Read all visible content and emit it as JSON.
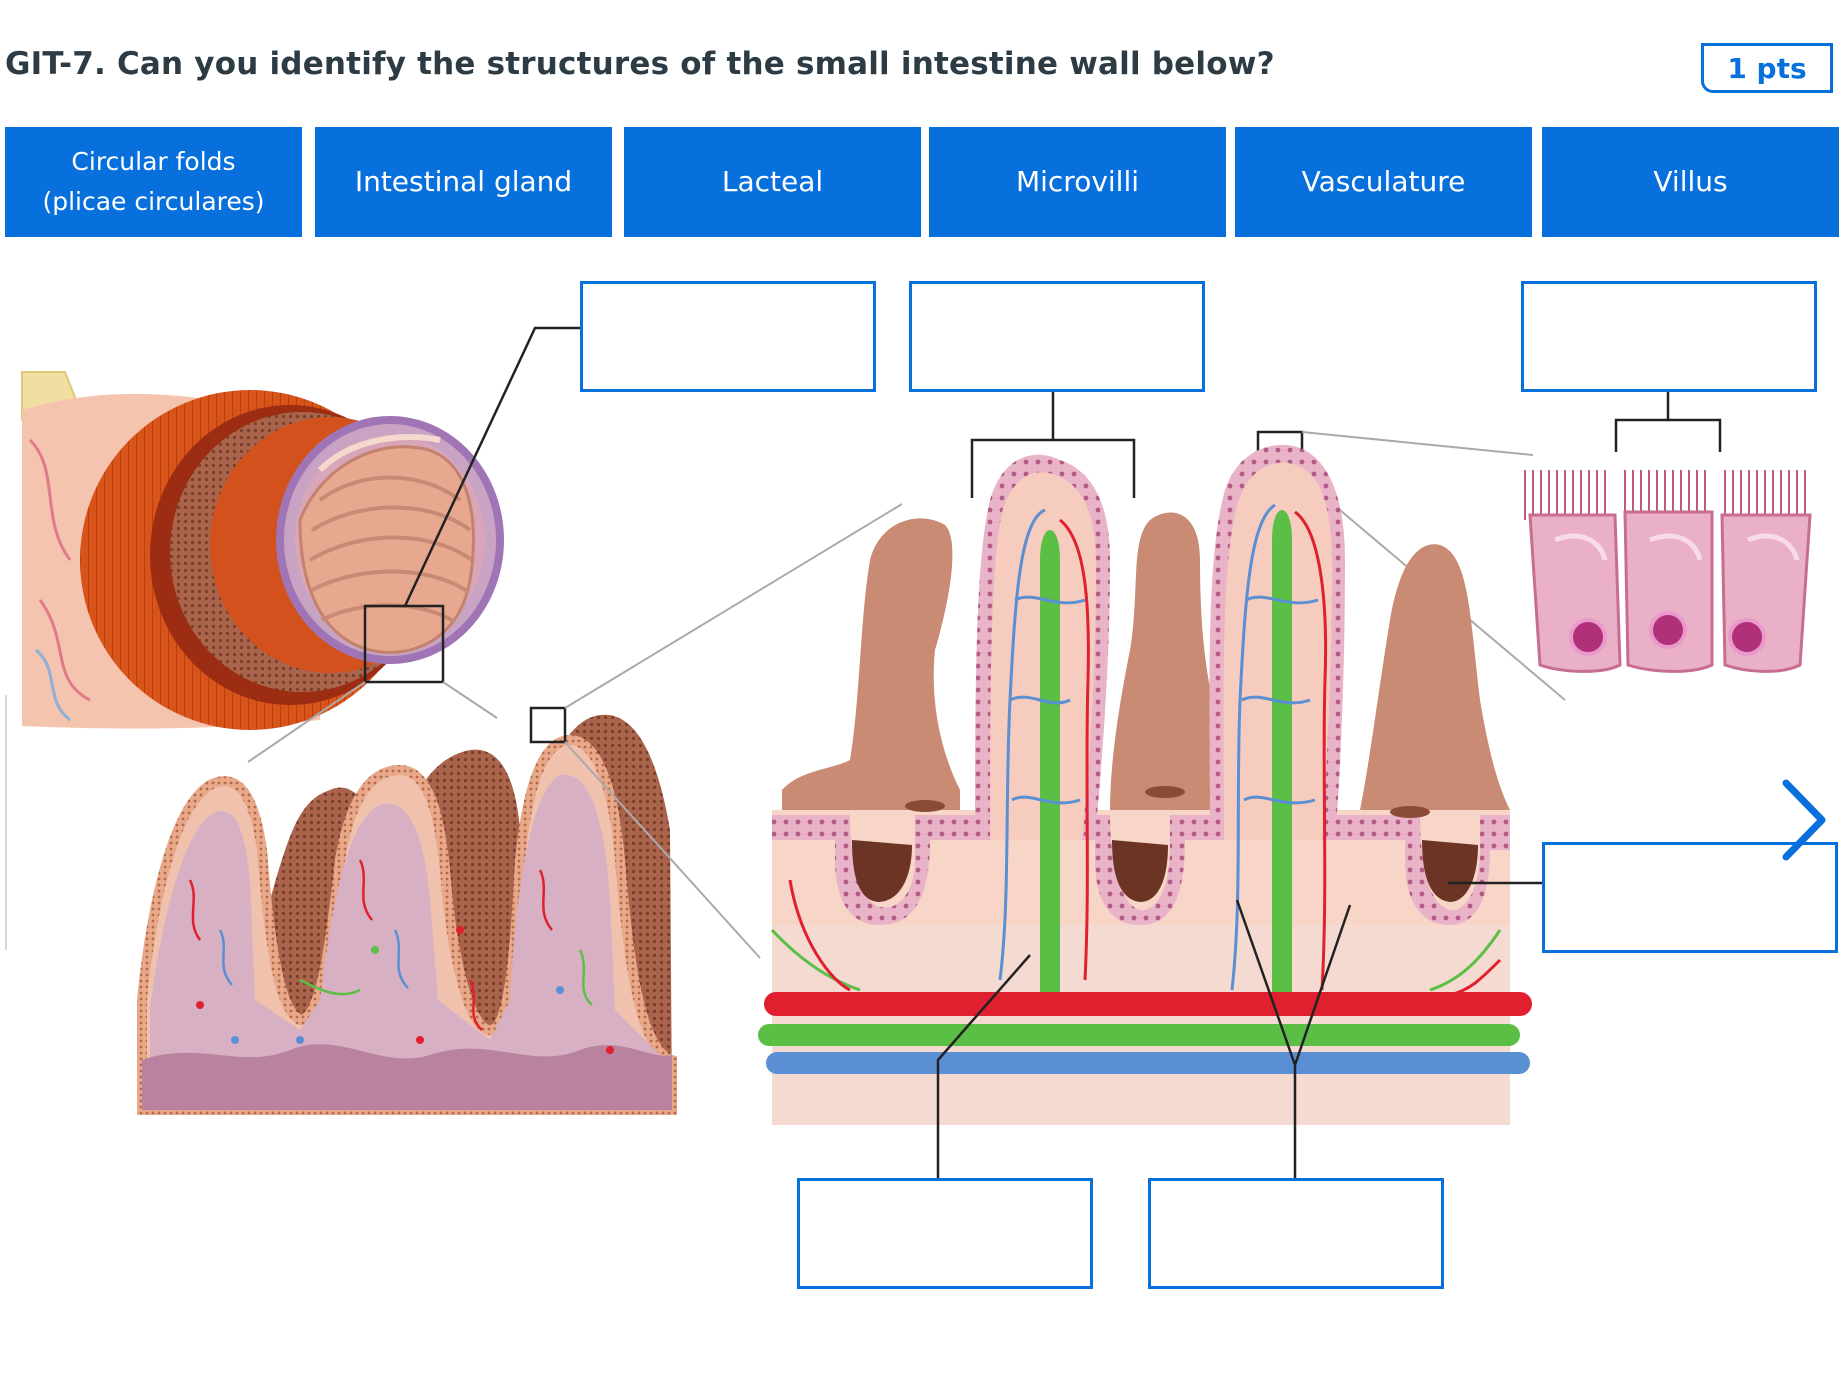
{
  "question": {
    "title": "GIT-7. Can you identify the structures of the small intestine wall below?",
    "points": "1 pts"
  },
  "answer_bank": [
    {
      "line1": "Circular folds",
      "line2": "(plicae circulares)"
    },
    {
      "line1": "Intestinal gland",
      "line2": ""
    },
    {
      "line1": "Lacteal",
      "line2": ""
    },
    {
      "line1": "Microvilli",
      "line2": ""
    },
    {
      "line1": "Vasculature",
      "line2": ""
    },
    {
      "line1": "Villus",
      "line2": ""
    }
  ],
  "icons": {
    "next": "chevron-right-icon"
  },
  "colors": {
    "accent": "#0770dd",
    "artery": "#e0202e",
    "vein": "#5b8fd3",
    "lacteal": "#5bbf46",
    "tissue": "#c98b74"
  }
}
